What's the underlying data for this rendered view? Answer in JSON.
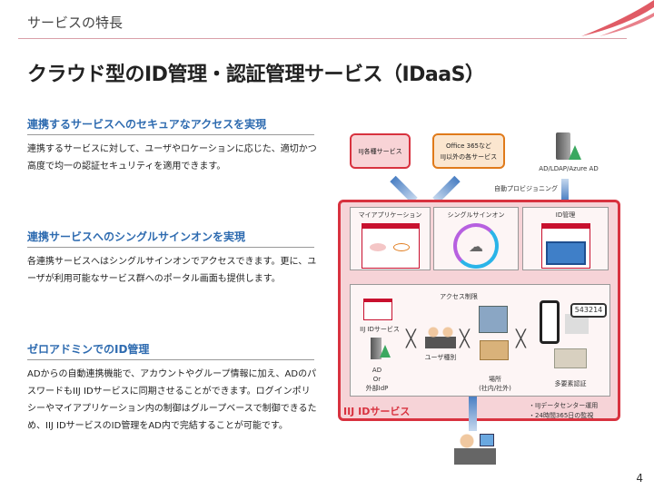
{
  "header": {
    "section": "サービスの特長",
    "title": "クラウド型のID管理・認証管理サービス（IDaaS）"
  },
  "features": [
    {
      "heading": "連携するサービスへのセキュアなアクセスを実現",
      "body": "連携するサービスに対して、ユーザやロケーションに応じた、適切かつ高度で均一の認証セキュリティを適用できます。"
    },
    {
      "heading": "連携サービスへのシングルサインオンを実現",
      "body": "各連携サービスへはシングルサインオンでアクセスできます。更に、ユーザが利用可能なサービス群へのポータル画面も提供します。"
    },
    {
      "heading": "ゼロアドミンでのID管理",
      "body": "ADからの自動連携機能で、アカウントやグループ情報に加え、ADのパスワードもIIJ IDサービスに同期させることができます。ログインポリシーやマイアプリケーション内の制御はグループベースで制御できるため、IIJ IDサービスのID管理をAD内で完結することが可能です。"
    }
  ],
  "diagram": {
    "iij_services": "IIJ各種サービス",
    "office_line1": "Office 365など",
    "office_line2": "IIJ以外の各サービス",
    "ad_label": "AD/LDAP/Azure AD",
    "provisioning": "自動プロビジョニング",
    "panels": [
      "マイアプリケーション",
      "シングルサインオン",
      "ID管理"
    ],
    "access_control": "アクセス制限",
    "iij_id_small": "IIJ IDサービス",
    "ad_or": "AD",
    "or": "Or",
    "external_idp": "外部IdP",
    "user_type": "ユーザ種別",
    "location_line1": "場所",
    "location_line2": "(社内/社外)",
    "otp_code": "543214",
    "mfa": "多要素認証",
    "service_name": "IIJ IDサービス",
    "bullets": [
      "・IIJデータセンター運用",
      "・24時間365日の監視"
    ]
  },
  "page_number": "4"
}
